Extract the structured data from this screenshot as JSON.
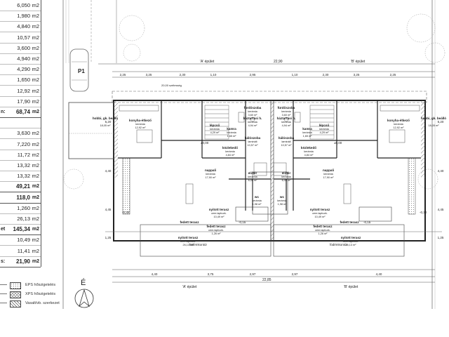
{
  "area_table": [
    {
      "label": "",
      "value": "6,050",
      "unit": "m2",
      "bold": false
    },
    {
      "label": "",
      "value": "1,980",
      "unit": "m2",
      "bold": false
    },
    {
      "label": "",
      "value": "4,840",
      "unit": "m2",
      "bold": false
    },
    {
      "label": "",
      "value": "10,57",
      "unit": "m2",
      "bold": false
    },
    {
      "label": "",
      "value": "3,600",
      "unit": "m2",
      "bold": false
    },
    {
      "label": "",
      "value": "4,940",
      "unit": "m2",
      "bold": false
    },
    {
      "label": "",
      "value": "4,290",
      "unit": "m2",
      "bold": false
    },
    {
      "label": "",
      "value": "1,650",
      "unit": "m2",
      "bold": false
    },
    {
      "label": "",
      "value": "12,92",
      "unit": "m2",
      "bold": false
    },
    {
      "label": "",
      "value": "17,90",
      "unit": "m2",
      "bold": false
    },
    {
      "label": "n:",
      "value": "68,74",
      "unit": "m2",
      "bold": true
    },
    {
      "label": "",
      "value": "",
      "unit": "",
      "bold": false
    },
    {
      "label": "",
      "value": "3,630",
      "unit": "m2",
      "bold": false
    },
    {
      "label": "",
      "value": "7,220",
      "unit": "m2",
      "bold": false
    },
    {
      "label": "",
      "value": "11,72",
      "unit": "m2",
      "bold": false
    },
    {
      "label": "",
      "value": "13,32",
      "unit": "m2",
      "bold": false
    },
    {
      "label": "",
      "value": "13,32",
      "unit": "m2",
      "bold": false
    },
    {
      "label": "",
      "value": "49,21",
      "unit": "m2",
      "bold": true
    },
    {
      "label": "",
      "value": "118,0",
      "unit": "m2",
      "bold": true
    },
    {
      "label": "",
      "value": "1,260",
      "unit": "m2",
      "bold": false
    },
    {
      "label": "",
      "value": "26,13",
      "unit": "m2",
      "bold": false
    },
    {
      "label": "et",
      "value": "145,34",
      "unit": "m2",
      "bold": true
    },
    {
      "label": "",
      "value": "10,49",
      "unit": "m2",
      "bold": false
    },
    {
      "label": "",
      "value": "11,41",
      "unit": "m2",
      "bold": false
    },
    {
      "label": "s:",
      "value": "21,90",
      "unit": "m2",
      "bold": true
    }
  ],
  "legend": [
    {
      "label": "EPS hőszigetelés",
      "pattern": "dots"
    },
    {
      "label": "XPS hőszigetelés",
      "pattern": "cross"
    },
    {
      "label": "Vasalt/vb. szerkezet",
      "pattern": "hatch"
    }
  ],
  "north_label": "É",
  "parking_label": "P1",
  "building_labels": {
    "a_top": "'A' épület",
    "b_top": "'B' épület",
    "a_bottom": "'A' épület",
    "b_bottom": "'B' épület"
  },
  "overall_dimension": "22,90",
  "bottom_total_dimension": "22,85",
  "site_note": "20,00 szélesség",
  "rooms": [
    {
      "name": "konyha-étkező",
      "finish": "kerámia",
      "area": "12,92 m²"
    },
    {
      "name": "lépcső",
      "finish": "kerámia",
      "area": "4,29 m²"
    },
    {
      "name": "kamra",
      "finish": "kerámia",
      "area": "1,65 m²"
    },
    {
      "name": "háztartási h.",
      "finish": "kerámia",
      "area": "4,94 m²"
    },
    {
      "name": "fürdőszoba",
      "finish": "kerámia",
      "area": "3,60 m²"
    },
    {
      "name": "hálószoba",
      "finish": "laminált",
      "area": "10,57 m²"
    },
    {
      "name": "közlekedő",
      "finish": "kerámia",
      "area": "4,84 m²"
    },
    {
      "name": "nappali",
      "finish": "kerámia",
      "area": "17,90 m²"
    },
    {
      "name": "wc",
      "finish": "kerámia",
      "area": "1,98 m²"
    },
    {
      "name": "előtér",
      "finish": "kerámia",
      "area": "6,05 m²"
    },
    {
      "name": "nyitott terasz",
      "finish": "cem.lapburk.",
      "area": "10,49 m²"
    },
    {
      "name": "fedett terasz",
      "finish": "cem.lapburk.",
      "area": "1,26 m²"
    },
    {
      "name": "nyitott terasz",
      "finish": "cem.lapburk.",
      "area": "26,13 m²"
    },
    {
      "name": "hobbi, gk. beálló",
      "finish": "",
      "area": "18,05 m²"
    },
    {
      "name": "fedett terasz",
      "finish": "",
      "area": ""
    }
  ],
  "other_labels": {
    "ground_contour": "födémkontúr",
    "level_minus": "-0,30",
    "level_zero": "±0,00",
    "level_minus015": "-0,15"
  },
  "dims_top": [
    "2,25",
    "3,25",
    "2,30",
    "1,10",
    "2,95",
    "1,10",
    "2,30",
    "3,25",
    "2,25"
  ],
  "dims_bottom": [
    "4,40",
    "3,75",
    "2,97",
    "2,97",
    "4,40"
  ],
  "dims_left": [
    "5,20",
    "4,40",
    "4,45",
    "1,25"
  ],
  "dims_right": [
    "5,20",
    "4,40",
    "4,45",
    "1,25"
  ]
}
